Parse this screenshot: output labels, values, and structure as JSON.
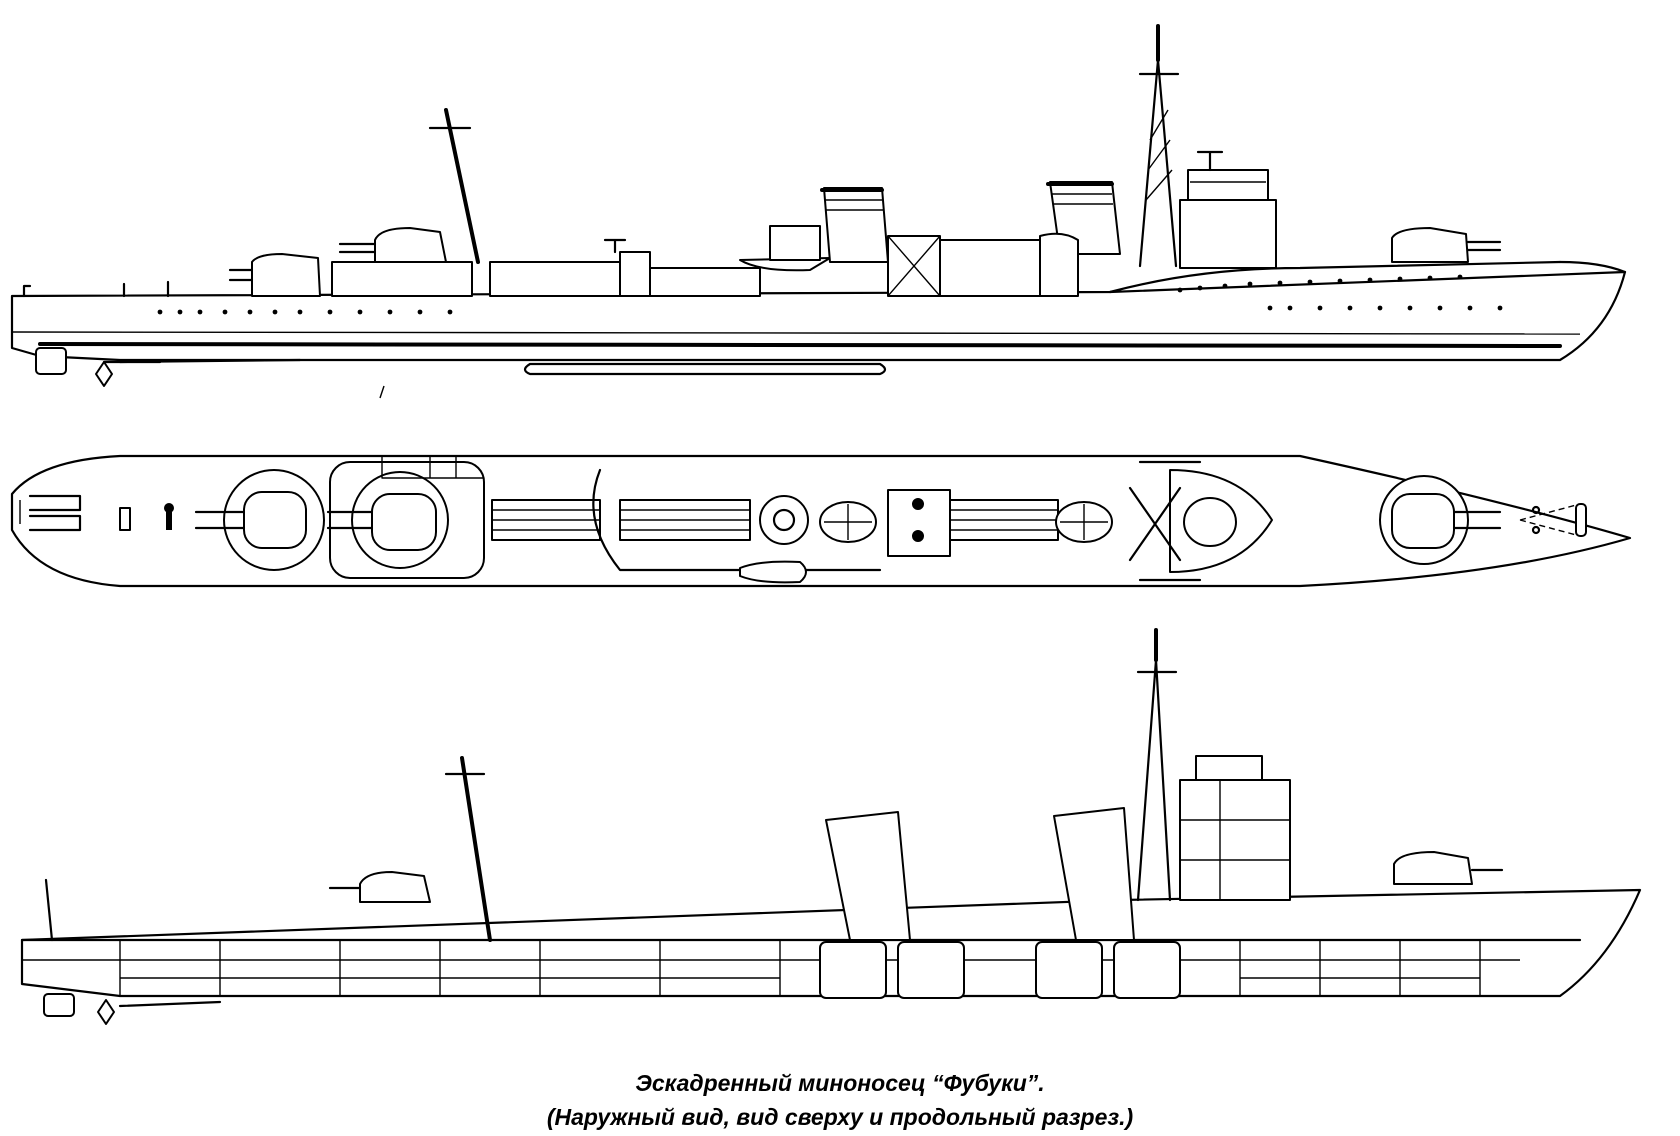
{
  "caption": {
    "line1_prefix": "Эскадренный миноносец ",
    "ship_name": "“Фубуки”",
    "line1_suffix": ".",
    "line2": "(Наружный вид, вид сверху и продольный разрез.)"
  }
}
